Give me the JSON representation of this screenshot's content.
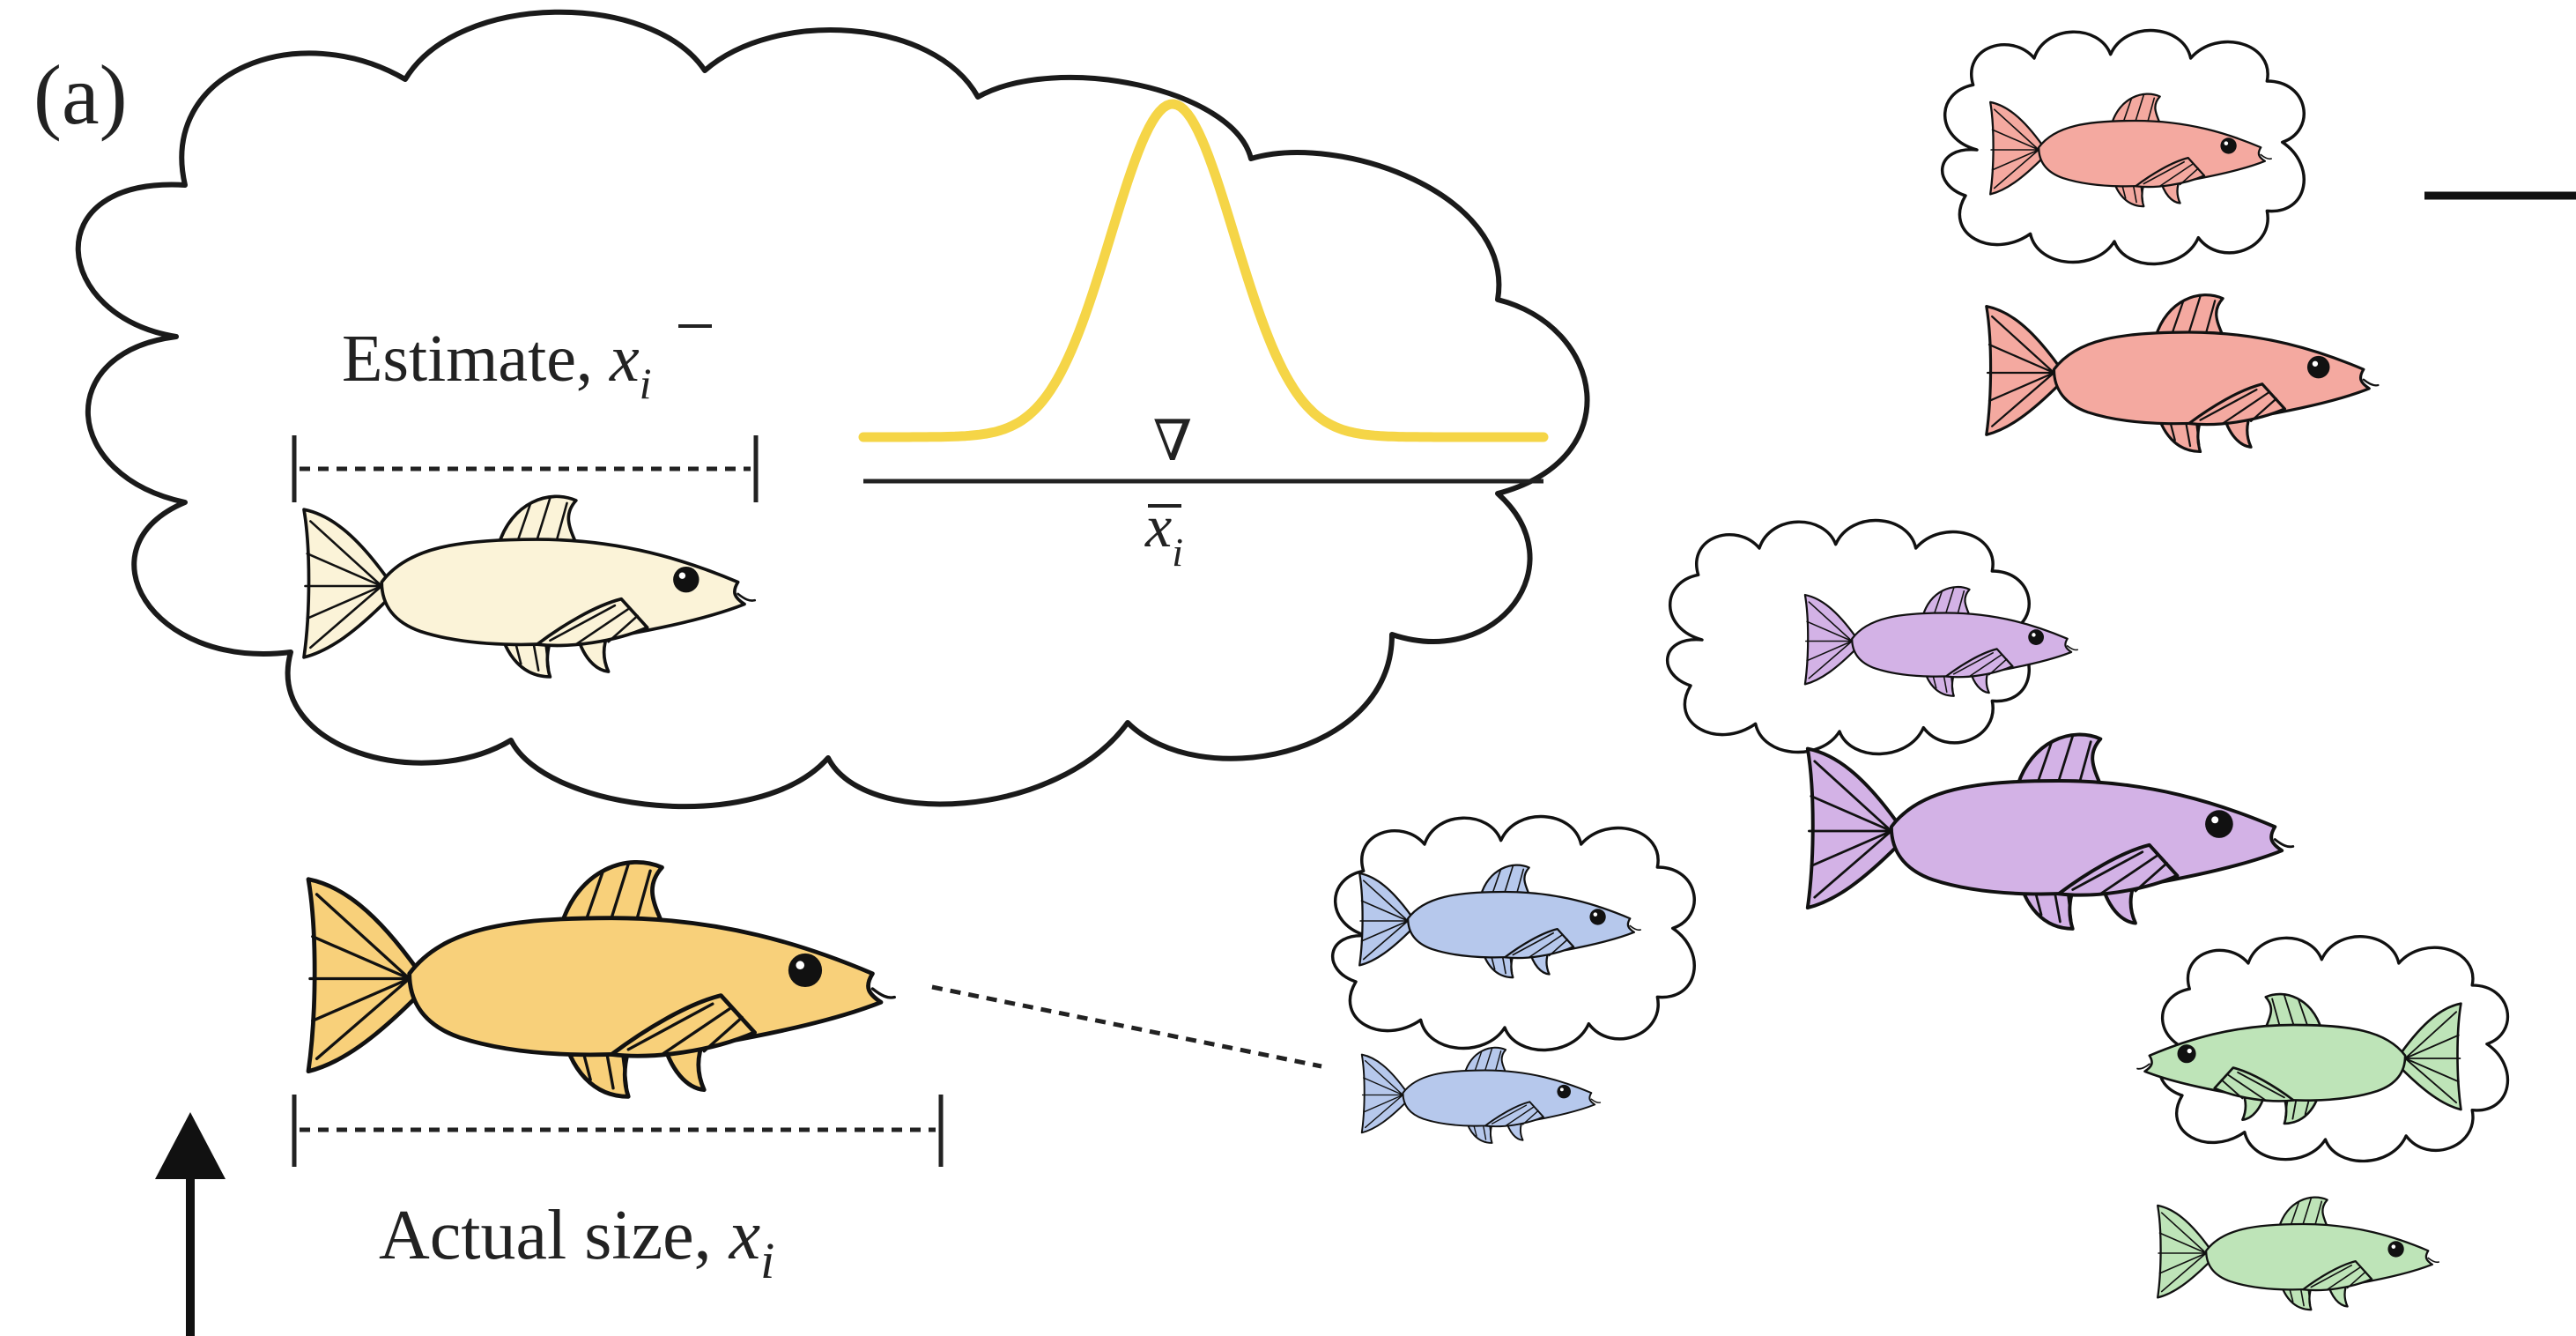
{
  "panel_label": "(a)",
  "estimate": {
    "text": "Estimate, ",
    "var": "x",
    "sub": "i"
  },
  "actual": {
    "text": "Actual size, ",
    "var": "x",
    "sub": "i"
  },
  "curve": {
    "marker": "∇",
    "axis_var": "x",
    "axis_sub": "i"
  },
  "colors": {
    "gaussian": "#F5D547",
    "focal_fish": "#F8D07A",
    "focal_estimate_fish": "#FBF3D8",
    "fin_focal": "#F3D88A",
    "red_fish": "#F4A9A0",
    "purple_fish": "#D3B2E6",
    "blue_fish": "#B6C8EC",
    "green_fish": "#BEE4B8"
  },
  "icons": {
    "arrow": "up-arrow-icon",
    "fish": "fish-icon",
    "cloud": "thought-cloud-icon"
  }
}
